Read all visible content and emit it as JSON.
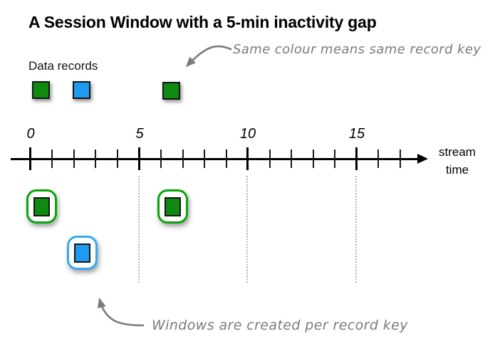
{
  "title": "A Session Window with a 5-min inactivity gap",
  "legend": {
    "label": "Data records"
  },
  "annotations": {
    "same_colour": "Same colour means same record key",
    "windows_created": "Windows are created per record key"
  },
  "timeline": {
    "tick_labels": [
      "0",
      "5",
      "10",
      "15"
    ],
    "minor_ticks_per_gap": 4,
    "axis_label": [
      "stream",
      "time"
    ],
    "range_minutes": [
      0,
      17
    ],
    "inactivity_gap_minutes": 5
  },
  "records": [
    {
      "key": "green",
      "time_min": 0.5
    },
    {
      "key": "blue",
      "time_min": 2.3
    },
    {
      "key": "green",
      "time_min": 6.5
    }
  ],
  "session_windows": [
    {
      "key": "green",
      "time_min": 0.5
    },
    {
      "key": "blue",
      "time_min": 2.5
    },
    {
      "key": "green",
      "time_min": 6.5
    }
  ],
  "colors": {
    "record_green": "#0e8a10",
    "record_blue": "#1e9af0",
    "window_border_green": "#0aa50a",
    "window_border_blue": "#36a9f3",
    "square_border": "#151515",
    "annotation_gray": "#7a7a7a",
    "gapline_gray": "#b5b5b5",
    "axis_black": "#000000"
  }
}
